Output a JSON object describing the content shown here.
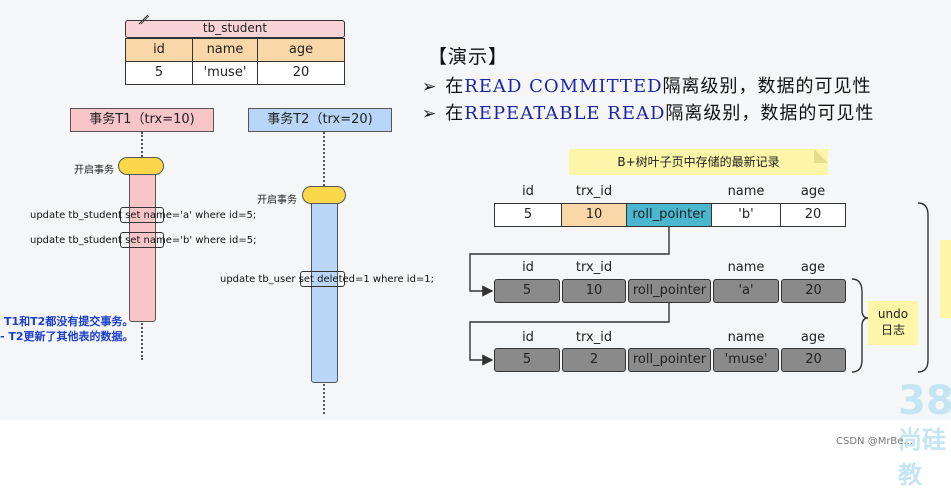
{
  "tb_student": {
    "title": "tb_student",
    "headers": [
      "id",
      "name",
      "age"
    ],
    "row": [
      "5",
      "'muse'",
      "20"
    ]
  },
  "demo": {
    "title": "【演示】",
    "lines": [
      {
        "arrow": "➢",
        "pre": "在",
        "em": "READ COMMITTED",
        "post": "隔离级别，数据的可见性"
      },
      {
        "arrow": "➢",
        "pre": "在",
        "em": "REPEATABLE READ",
        "post": "隔离级别，数据的可见性"
      }
    ]
  },
  "tx1": {
    "head": "事务T1（trx=10)",
    "start": "开启事务",
    "stmt1": "update tb_student set name='a' where id=5;",
    "stmt2": "update tb_student set name='b' where id=5;"
  },
  "tx2": {
    "head": "事务T2（trx=20)",
    "start": "开启事务",
    "stmt1": "update tb_user set deleted=1 where id=1;"
  },
  "notes": [
    "T1和T2都没有提交事务。",
    "- T2更新了其他表的数据。"
  ],
  "records": {
    "sticky": "B+树叶子页中存储的最新记录",
    "labels": [
      "id",
      "trx_id",
      "name",
      "age"
    ],
    "latest": [
      "5",
      "10",
      "roll_pointer",
      "'b'",
      "20"
    ],
    "undo1": [
      "5",
      "10",
      "roll_pointer",
      "'a'",
      "20"
    ],
    "undo2": [
      "5",
      "2",
      "roll_pointer",
      "'muse'",
      "20"
    ],
    "undo_label_1": "undo",
    "undo_label_2": "日志"
  },
  "logo": {
    "num": "38",
    "txt": "尚硅教"
  },
  "footer": "CSDN @MrBe..."
}
